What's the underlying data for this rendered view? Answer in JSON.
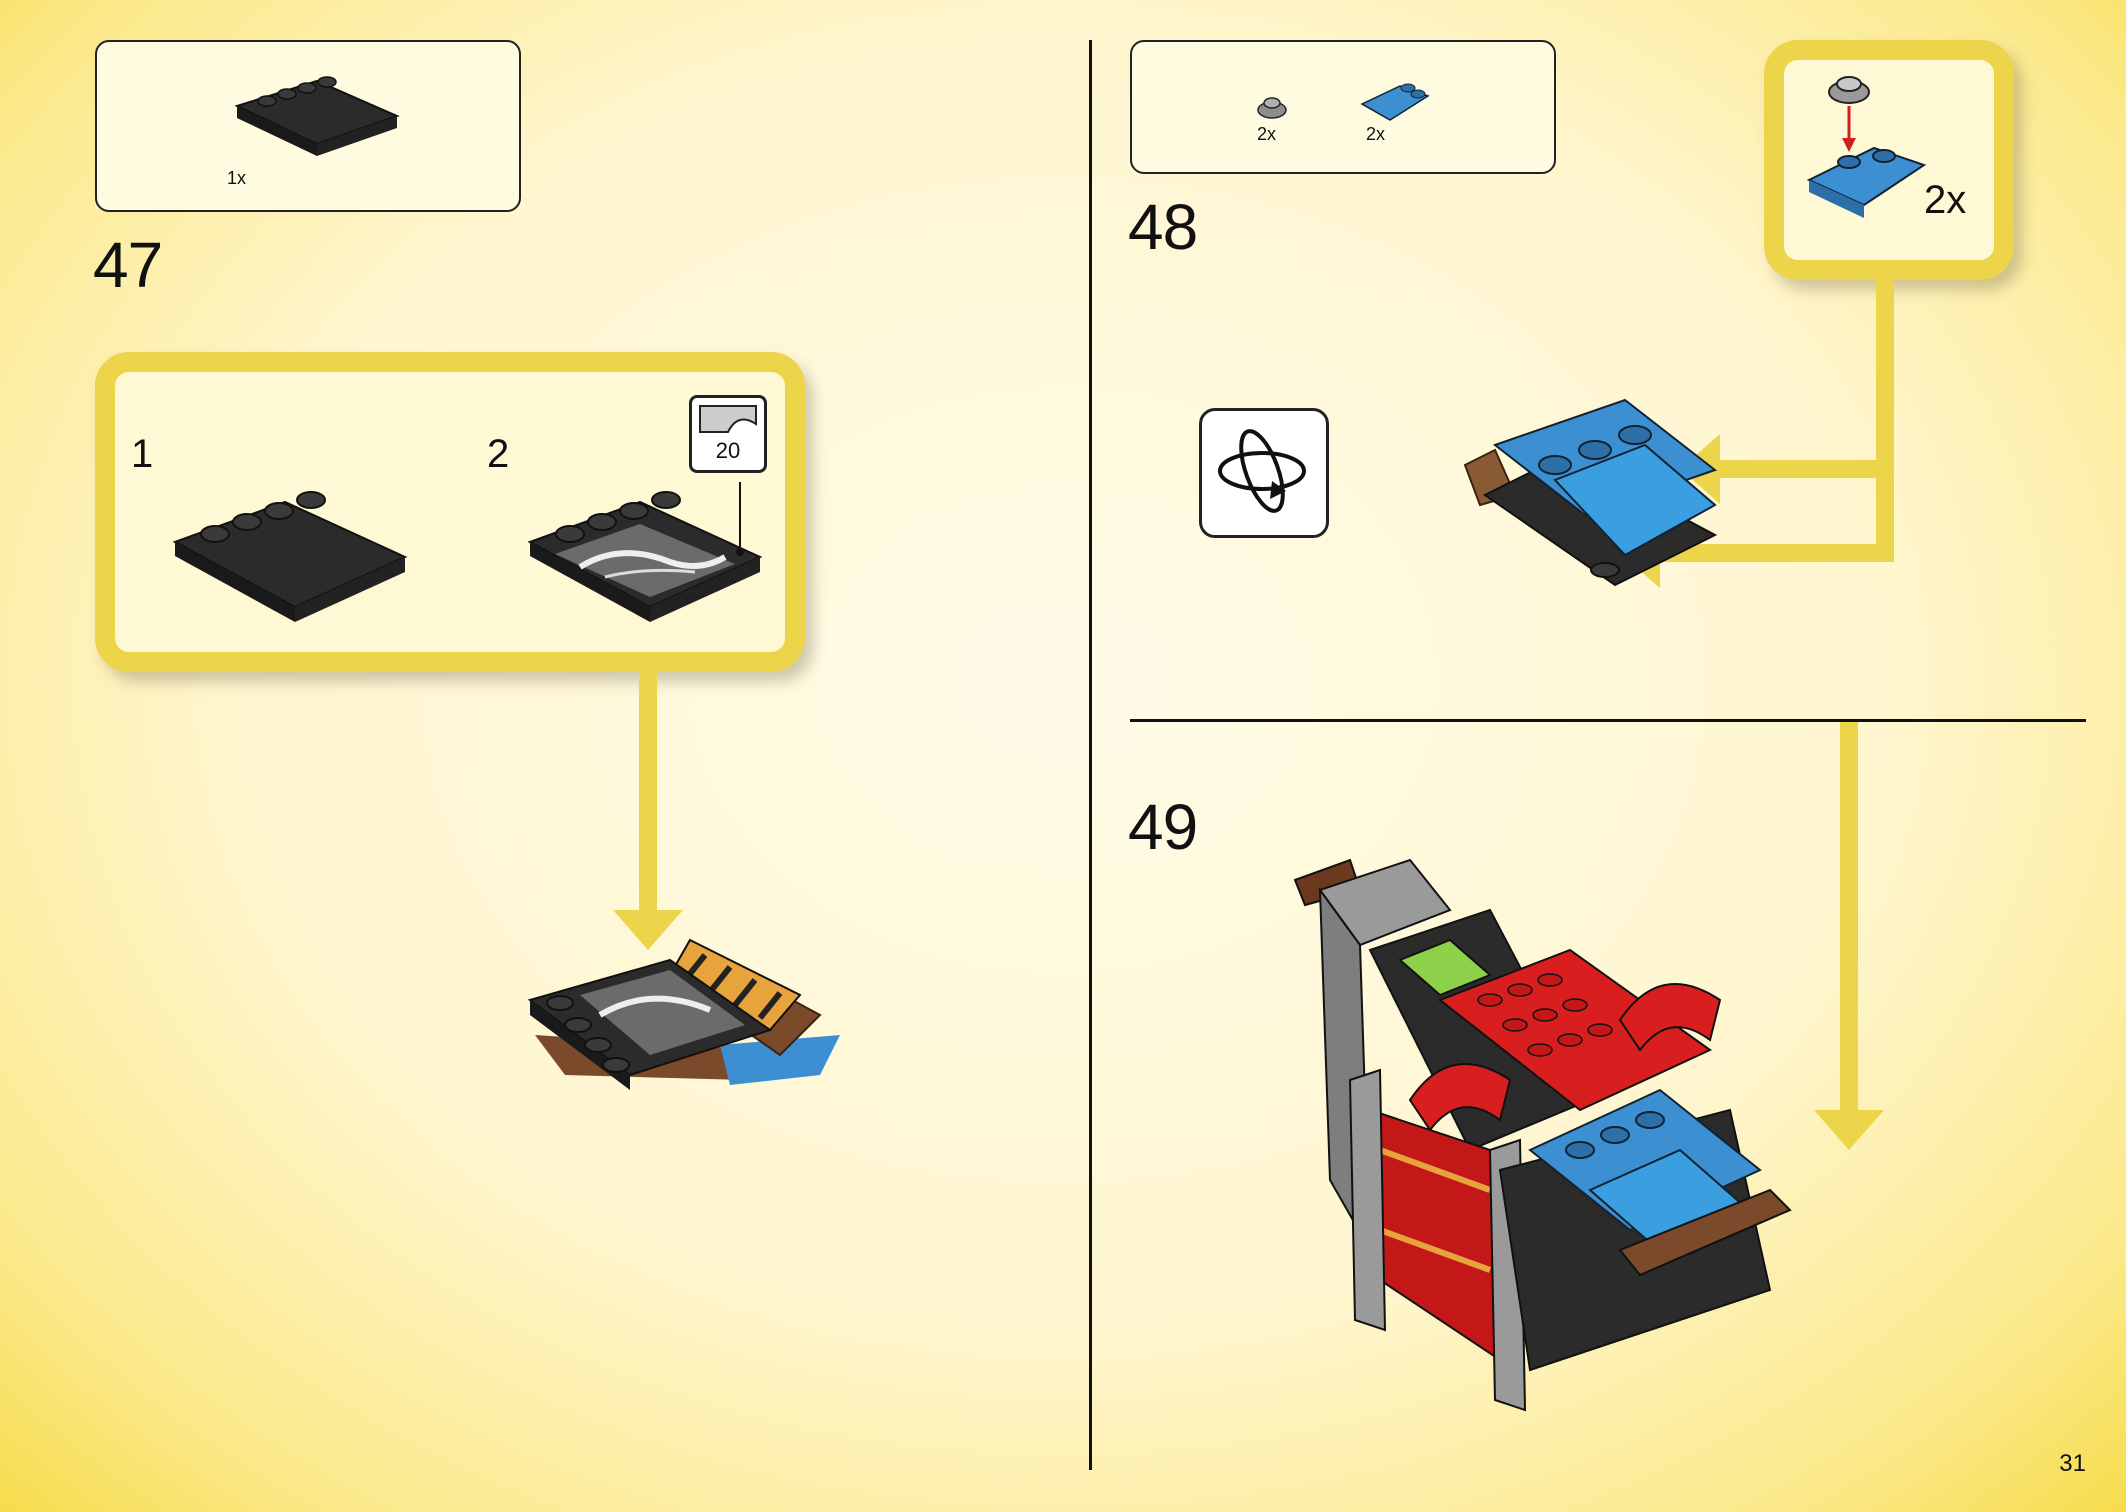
{
  "page_number": "31",
  "steps": {
    "s47": {
      "number": "47",
      "parts": [
        {
          "name": "black 4x4 tile with studs",
          "qty": "1x"
        }
      ],
      "substeps": [
        {
          "number": "1"
        },
        {
          "number": "2",
          "sticker": "20"
        }
      ]
    },
    "s48": {
      "number": "48",
      "parts": [
        {
          "name": "grey round plate",
          "qty": "2x"
        },
        {
          "name": "blue curved slope",
          "qty": "2x"
        }
      ],
      "callout_qty": "2x"
    },
    "s49": {
      "number": "49"
    }
  },
  "colors": {
    "accent_yellow": "#ecd44b",
    "brick_black": "#2b2b2b",
    "brick_blue": "#3c8fd0",
    "brick_red": "#d81e1e",
    "brick_grey": "#8d8d8d",
    "brick_brown": "#7a4a2a",
    "brick_lime": "#8dd04a"
  }
}
